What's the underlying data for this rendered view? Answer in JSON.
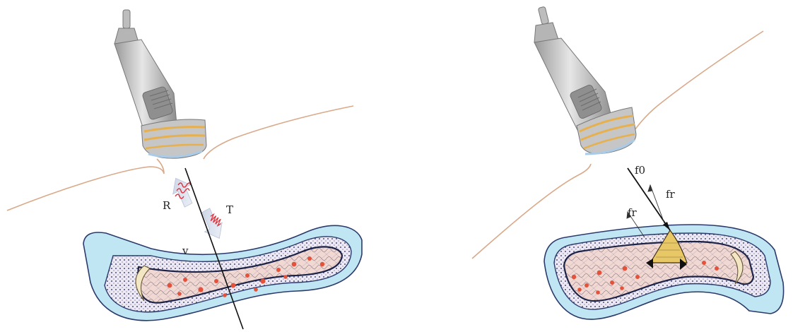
{
  "left_panel": {
    "labels": {
      "reflected": "R",
      "transmitted": "T",
      "velocity": "v"
    }
  },
  "right_panel": {
    "labels": {
      "emitted_frequency": "f0",
      "received_frequency": "fr"
    }
  },
  "colors": {
    "skin_line": "#d9a98a",
    "vessel_outer": "#bfe6f2",
    "vessel_wall": "#2b3a6b",
    "blood_cells": "#e4523c",
    "probe_body": "#c9c9c9",
    "probe_face": "#e7b04f",
    "wave": "#e0303a",
    "clot": "#e7c766"
  }
}
